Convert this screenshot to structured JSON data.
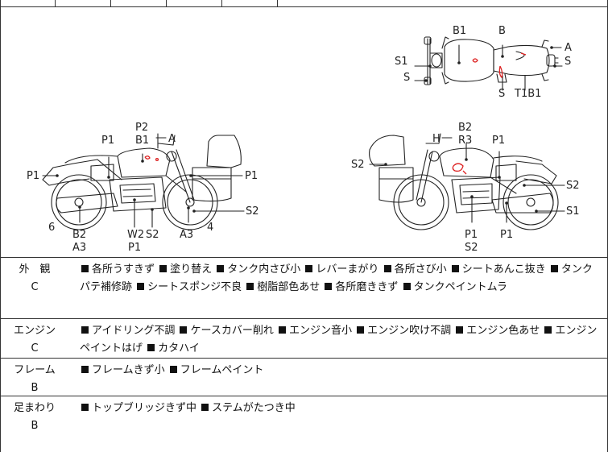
{
  "diagram": {
    "labels": {
      "b1_top": "B1",
      "b_top": "B",
      "a_top": "A",
      "s1_top": "S1",
      "s_top_right": "S",
      "s_top_left": "S",
      "s_top_bottom": "S",
      "t1b1_top": "T1B1",
      "p2_left": "P2",
      "b1_left": "B1",
      "a_left": "A",
      "p1_left_top": "P1",
      "p1_left_side": "P1",
      "p1_left_right": "P1",
      "s2_left_right": "S2",
      "num6_left": "6",
      "num4_left": "4",
      "b2_left": "B2",
      "a3_left": "A3",
      "w2_left": "W2",
      "s2_left_bottom": "S2",
      "p1_left_bottom": "P1",
      "a3_left_bottom": "A3",
      "b2_right": "B2",
      "r3_right": "R3",
      "h_right": "H",
      "p1_right_top": "P1",
      "s2_right_left": "S2",
      "s2_right_right": "S2",
      "s1_right_right": "S1",
      "p1_right_bottom1": "P1",
      "s2_right_bottom": "S2",
      "p1_right_bottom2": "P1"
    }
  },
  "rows": [
    {
      "category": "外　観",
      "grade": "C",
      "items": [
        "各所うすきず",
        "塗り替え",
        "タンク内さび小",
        "レバーまがり",
        "各所さび小",
        "シートあんこ抜き",
        "タンクパテ補修跡",
        "シートスポンジ不良",
        "樹脂部色あせ",
        "各所磨ききず",
        "タンクペイントムラ"
      ]
    },
    {
      "category": "エンジン",
      "grade": "C",
      "items": [
        "アイドリング不調",
        "ケースカバー削れ",
        "エンジン音小",
        "エンジン吹け不調",
        "エンジン色あせ",
        "エンジンペイントはげ",
        "カタハイ"
      ]
    },
    {
      "category": "フレーム",
      "grade": "B",
      "items": [
        "フレームきず小",
        "フレームペイント"
      ]
    },
    {
      "category": "足まわり",
      "grade": "B",
      "items": [
        "トップブリッジきず中",
        "ステムがたつき中"
      ]
    }
  ]
}
